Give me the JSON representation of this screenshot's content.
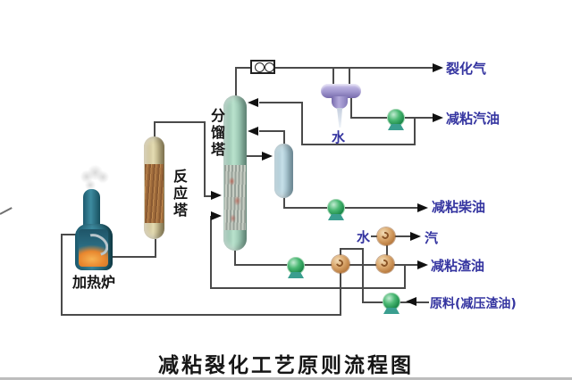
{
  "diagram": {
    "title": "减粘裂化工艺原则流程图",
    "equipment_labels": {
      "furnace": "加热炉",
      "reactor": "反应塔",
      "fractionator": "分馏塔",
      "drum_water": "水",
      "exchanger_water": "水"
    },
    "stream_labels": {
      "cracked_gas": "裂化气",
      "gasoline": "减粘汽油",
      "diesel": "减粘柴油",
      "steam": "汽",
      "residue": "减粘渣油",
      "feed": "原料(减压渣油)"
    },
    "colors": {
      "stream_label": "#3434a0",
      "equipment_label": "#141414",
      "pipe_line": "#4a4a4a",
      "fractionator_body": "#a9dcc6",
      "reactor_body": "#ddd3a4",
      "stripper_body": "#aecfdc",
      "furnace_body": "#2e7d92",
      "reflux_drum_body": "#9e93cc",
      "pump": "#2f9e5f",
      "exchanger": "#c9935c",
      "flame": "#e8862e"
    }
  }
}
